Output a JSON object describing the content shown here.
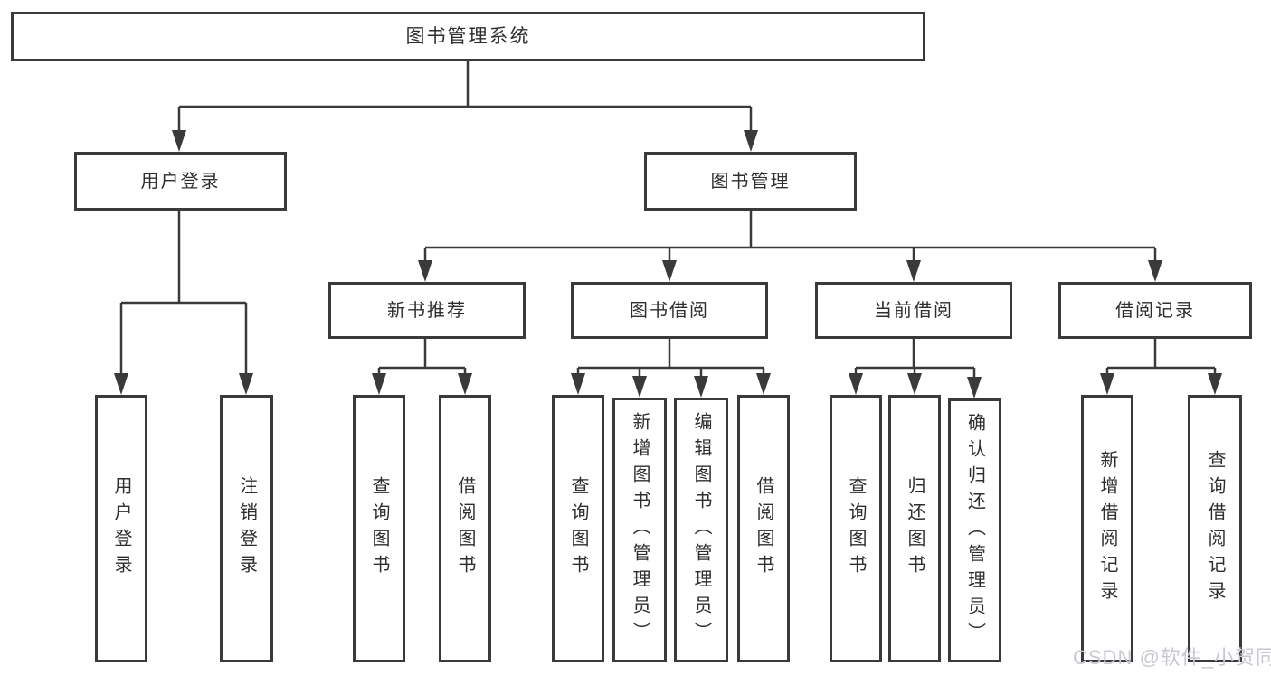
{
  "diagram": {
    "type": "hierarchy-org-chart",
    "tree": {
      "label": "图书管理系统",
      "children": [
        {
          "label": "用户登录",
          "children": [
            {
              "label": "用户登录"
            },
            {
              "label": "注销登录"
            }
          ]
        },
        {
          "label": "图书管理",
          "children": [
            {
              "label": "新书推荐",
              "children": [
                {
                  "label": "查询图书"
                },
                {
                  "label": "借阅图书"
                }
              ]
            },
            {
              "label": "图书借阅",
              "children": [
                {
                  "label": "查询图书"
                },
                {
                  "label": "新增图书（管理员）"
                },
                {
                  "label": "编辑图书（管理员）"
                },
                {
                  "label": "借阅图书"
                }
              ]
            },
            {
              "label": "当前借阅",
              "children": [
                {
                  "label": "查询图书"
                },
                {
                  "label": "归还图书"
                },
                {
                  "label": "确认归还（管理员）"
                }
              ]
            },
            {
              "label": "借阅记录",
              "children": [
                {
                  "label": "新增借阅记录"
                },
                {
                  "label": "查询借阅记录"
                }
              ]
            }
          ]
        }
      ]
    },
    "colors": {
      "box_border": "#3a3a3a",
      "connector_line": "#3a3a3a",
      "text": "#2e2e2e",
      "background": "#ffffff",
      "watermark": "#c8c8d0"
    }
  },
  "watermark": {
    "text": "CSDN @软件_小贺同学"
  }
}
